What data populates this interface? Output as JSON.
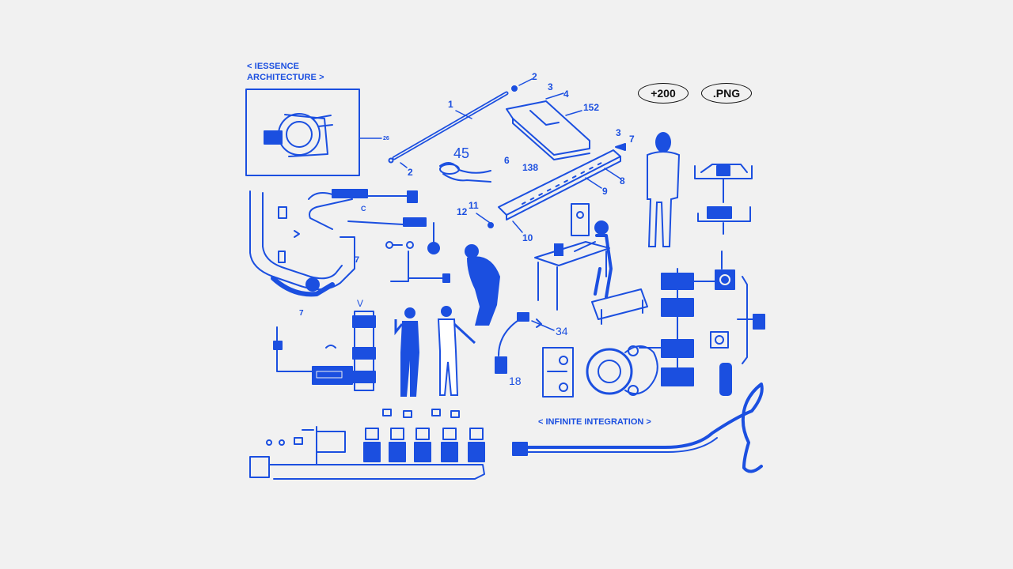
{
  "header": {
    "title_line1": "< IESSENCE",
    "title_line2": "ARCHITECTURE >"
  },
  "badges": {
    "count": "+200",
    "format": ".PNG"
  },
  "footer_label": "< INFINITE INTEGRATION >",
  "callouts": {
    "c1": "1",
    "c2a": "2",
    "c2b": "2",
    "c3a": "3",
    "c3b": "3",
    "c4": "4",
    "c152": "152",
    "c6": "6",
    "c7": "7",
    "c8": "8",
    "c9": "9",
    "c10": "10",
    "c11": "11",
    "c12": "12",
    "c138": "138",
    "c45": "45",
    "c34": "34",
    "c18": "18",
    "c26": "26",
    "c7b": "7",
    "c7c": "7",
    "cV": "V",
    "cC": "C"
  },
  "colors": {
    "ink": "#1b4fe0",
    "background": "#f1f1f1",
    "badge_ink": "#111111"
  }
}
